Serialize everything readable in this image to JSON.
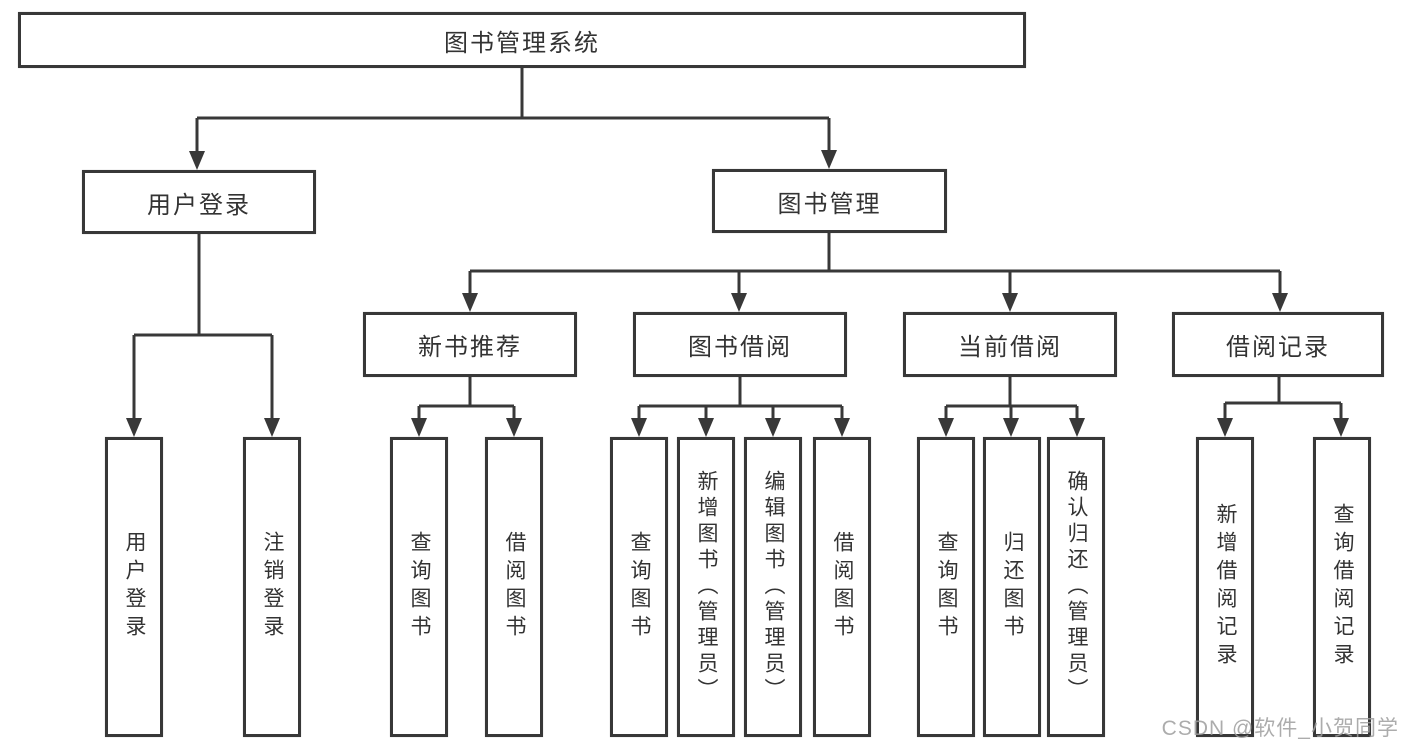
{
  "tree": {
    "label": "图书管理系统",
    "children": [
      {
        "label": "用户登录",
        "children": [
          {
            "label": "用户登录"
          },
          {
            "label": "注销登录"
          }
        ]
      },
      {
        "label": "图书管理",
        "children": [
          {
            "label": "新书推荐",
            "children": [
              {
                "label": "查询图书"
              },
              {
                "label": "借阅图书"
              }
            ]
          },
          {
            "label": "图书借阅",
            "children": [
              {
                "label": "查询图书"
              },
              {
                "label": "新增图书（管理员）"
              },
              {
                "label": "编辑图书（管理员）"
              },
              {
                "label": "借阅图书"
              }
            ]
          },
          {
            "label": "当前借阅",
            "children": [
              {
                "label": "查询图书"
              },
              {
                "label": "归还图书"
              },
              {
                "label": "确认归还（管理员）"
              }
            ]
          },
          {
            "label": "借阅记录",
            "children": [
              {
                "label": "新增借阅记录"
              },
              {
                "label": "查询借阅记录"
              }
            ]
          }
        ]
      }
    ]
  },
  "watermark": {
    "text": "CSDN @软件_小贺同学"
  },
  "colors": {
    "line": "#383838",
    "text": "#333333",
    "box_background": "#ffffff",
    "watermark": "#9e9e9e"
  }
}
